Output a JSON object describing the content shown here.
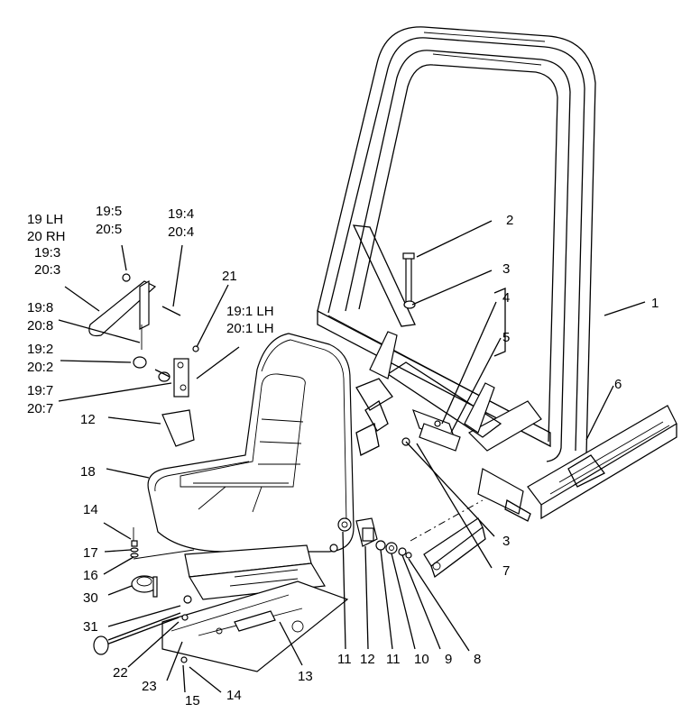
{
  "labels": [
    "1",
    "2",
    "3",
    "4",
    "5",
    "6",
    "3",
    "7",
    "11",
    "12",
    "11",
    "10",
    "9",
    "8",
    "13",
    "14",
    "17",
    "16",
    "30",
    "31",
    "22",
    "23",
    "15",
    "14",
    "18",
    "12",
    "21",
    "19 LH",
    "20 RH",
    "19:3",
    "20:3",
    "19:5",
    "20:5",
    "19:4",
    "20:4",
    "19:8",
    "20:8",
    "19:2",
    "20:2",
    "19:7",
    "20:7",
    "19:1 LH",
    "20:1 LH"
  ]
}
